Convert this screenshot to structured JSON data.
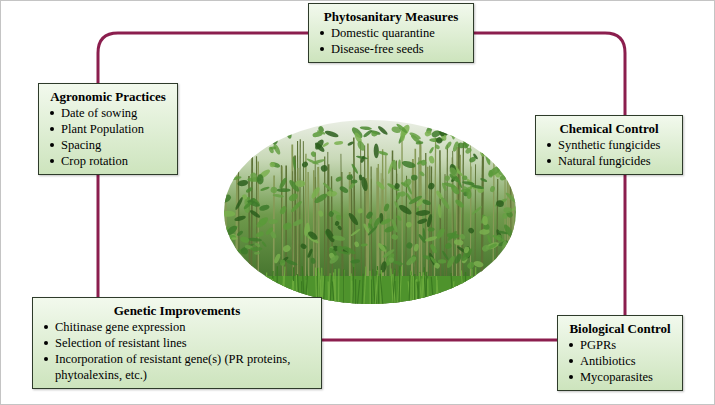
{
  "diagram": {
    "nodes": [
      {
        "text": [
          "Phytosanitary Measures",
          "Domestic quarantine",
          "Disease-free seeds"
        ]
      },
      {
        "text": [
          "Agronomic Practices",
          "Date of sowing",
          "Plant Population",
          "Spacing",
          "Crop rotation"
        ]
      },
      {
        "text": [
          "Chemical Control",
          "Synthetic fungicides",
          "Natural fungicides"
        ]
      },
      {
        "text": [
          "Genetic Improvements",
          "Chitinase gene expression",
          "Selection of resistant lines",
          "Incorporation of resistant gene(s) (PR proteins, phytoalexins, etc.)"
        ]
      },
      {
        "text": [
          "Biological Control",
          "PGPRs",
          "Antibiotics",
          "Mycoparasites"
        ]
      }
    ],
    "edges": [
      {
        "from": 0,
        "to": 2,
        "arrow": "none"
      },
      {
        "from": 2,
        "to": 4,
        "arrow": "none"
      },
      {
        "from": 4,
        "to": 3,
        "arrow": "none"
      },
      {
        "from": 3,
        "to": 1,
        "arrow": "none"
      },
      {
        "from": 1,
        "to": 0,
        "arrow": "none"
      }
    ]
  }
}
